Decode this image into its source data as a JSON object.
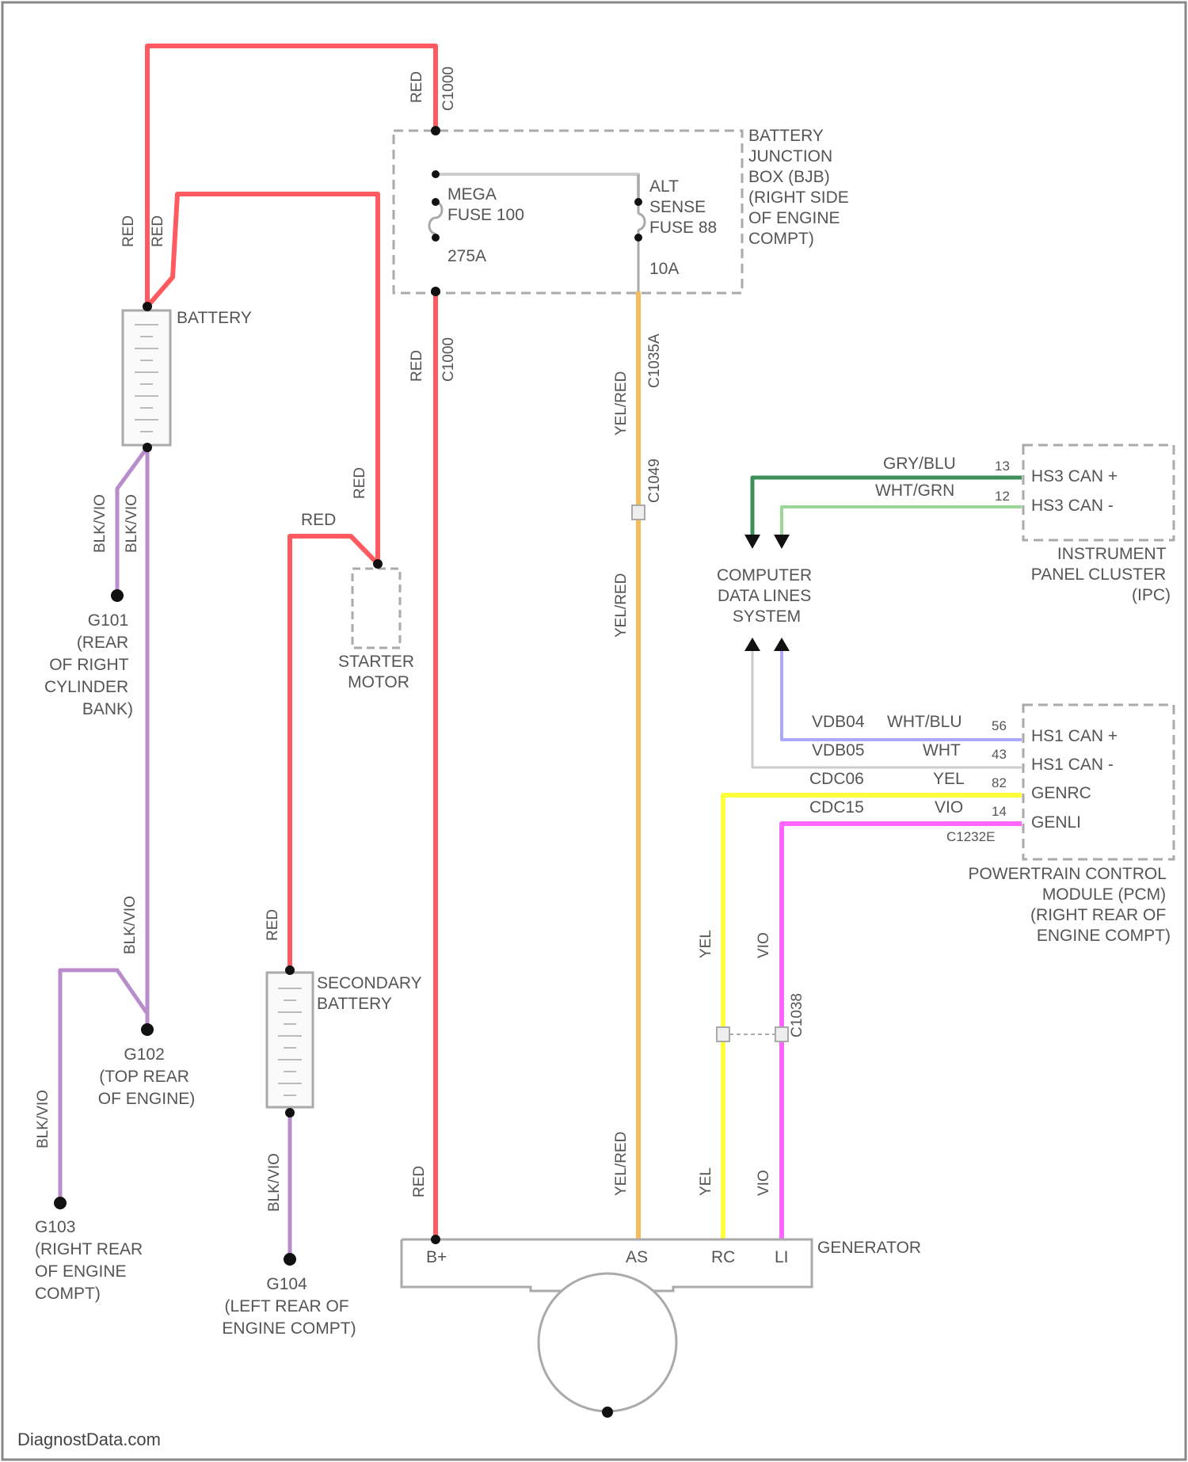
{
  "components": {
    "battery": "BATTERY",
    "secondary_battery": [
      "SECONDARY",
      "BATTERY"
    ],
    "starter": [
      "STARTER",
      "MOTOR"
    ],
    "bjb": [
      "BATTERY",
      "JUNCTION",
      "BOX (BJB)",
      "(RIGHT SIDE",
      "OF ENGINE",
      "COMPT)"
    ],
    "mega_fuse": [
      "MEGA",
      "FUSE 100"
    ],
    "mega_fuse_rating": "275A",
    "alt_fuse": [
      "ALT",
      "SENSE",
      "FUSE 88"
    ],
    "alt_fuse_rating": "10A",
    "cdls": [
      "COMPUTER",
      "DATA LINES",
      "SYSTEM"
    ],
    "ipc": [
      "INSTRUMENT",
      "PANEL CLUSTER",
      "(IPC)"
    ],
    "pcm": [
      "POWERTRAIN CONTROL",
      "MODULE (PCM)",
      "(RIGHT REAR OF",
      "ENGINE COMPT)"
    ],
    "generator": "GENERATOR"
  },
  "grounds": {
    "g101": [
      "G101",
      "(REAR",
      "OF RIGHT",
      "CYLINDER",
      "BANK)"
    ],
    "g102": [
      "G102",
      "(TOP REAR",
      "OF ENGINE)"
    ],
    "g103": [
      "G103",
      "(RIGHT REAR",
      "OF ENGINE",
      "COMPT)"
    ],
    "g104": [
      "G104",
      "(LEFT REAR OF",
      "ENGINE COMPT)"
    ]
  },
  "wire_colors": {
    "red": "RED",
    "blk_vio": "BLK/VIO",
    "yel_red": "YEL/RED",
    "yel": "YEL",
    "vio": "VIO",
    "gry_blu": "GRY/BLU",
    "wht_grn": "WHT/GRN",
    "wht_blu": "WHT/BLU",
    "wht": "WHT"
  },
  "circuits": {
    "vdb04": "VDB04",
    "vdb05": "VDB05",
    "cdc06": "CDC06",
    "cdc15": "CDC15"
  },
  "connectors": {
    "c1000a": "C1000",
    "c1000b": "C1000",
    "c1035a": "C1035A",
    "c1049": "C1049",
    "c1038": "C1038",
    "c1232e": "C1232E"
  },
  "ipc_pins": [
    {
      "num": "13",
      "name": "HS3 CAN +"
    },
    {
      "num": "12",
      "name": "HS3 CAN -"
    }
  ],
  "pcm_pins": [
    {
      "num": "56",
      "name": "HS1 CAN +"
    },
    {
      "num": "43",
      "name": "HS1 CAN -"
    },
    {
      "num": "82",
      "name": "GENRC"
    },
    {
      "num": "14",
      "name": "GENLI"
    }
  ],
  "generator_terminals": [
    "B+",
    "AS",
    "RC",
    "LI"
  ],
  "watermark": "DiagnostData.com",
  "colors": {
    "red": "#ff5a5f",
    "violet": "#b98ccc",
    "yel_red": "#f4bd5c",
    "yellow": "#ffff3c",
    "magenta": "#ff66ff",
    "green_dark": "#3f8f5b",
    "green_light": "#9ed69a",
    "blue_light": "#a9a9ff",
    "gray_wire": "#cccccc",
    "outline": "#aaaaaa"
  }
}
